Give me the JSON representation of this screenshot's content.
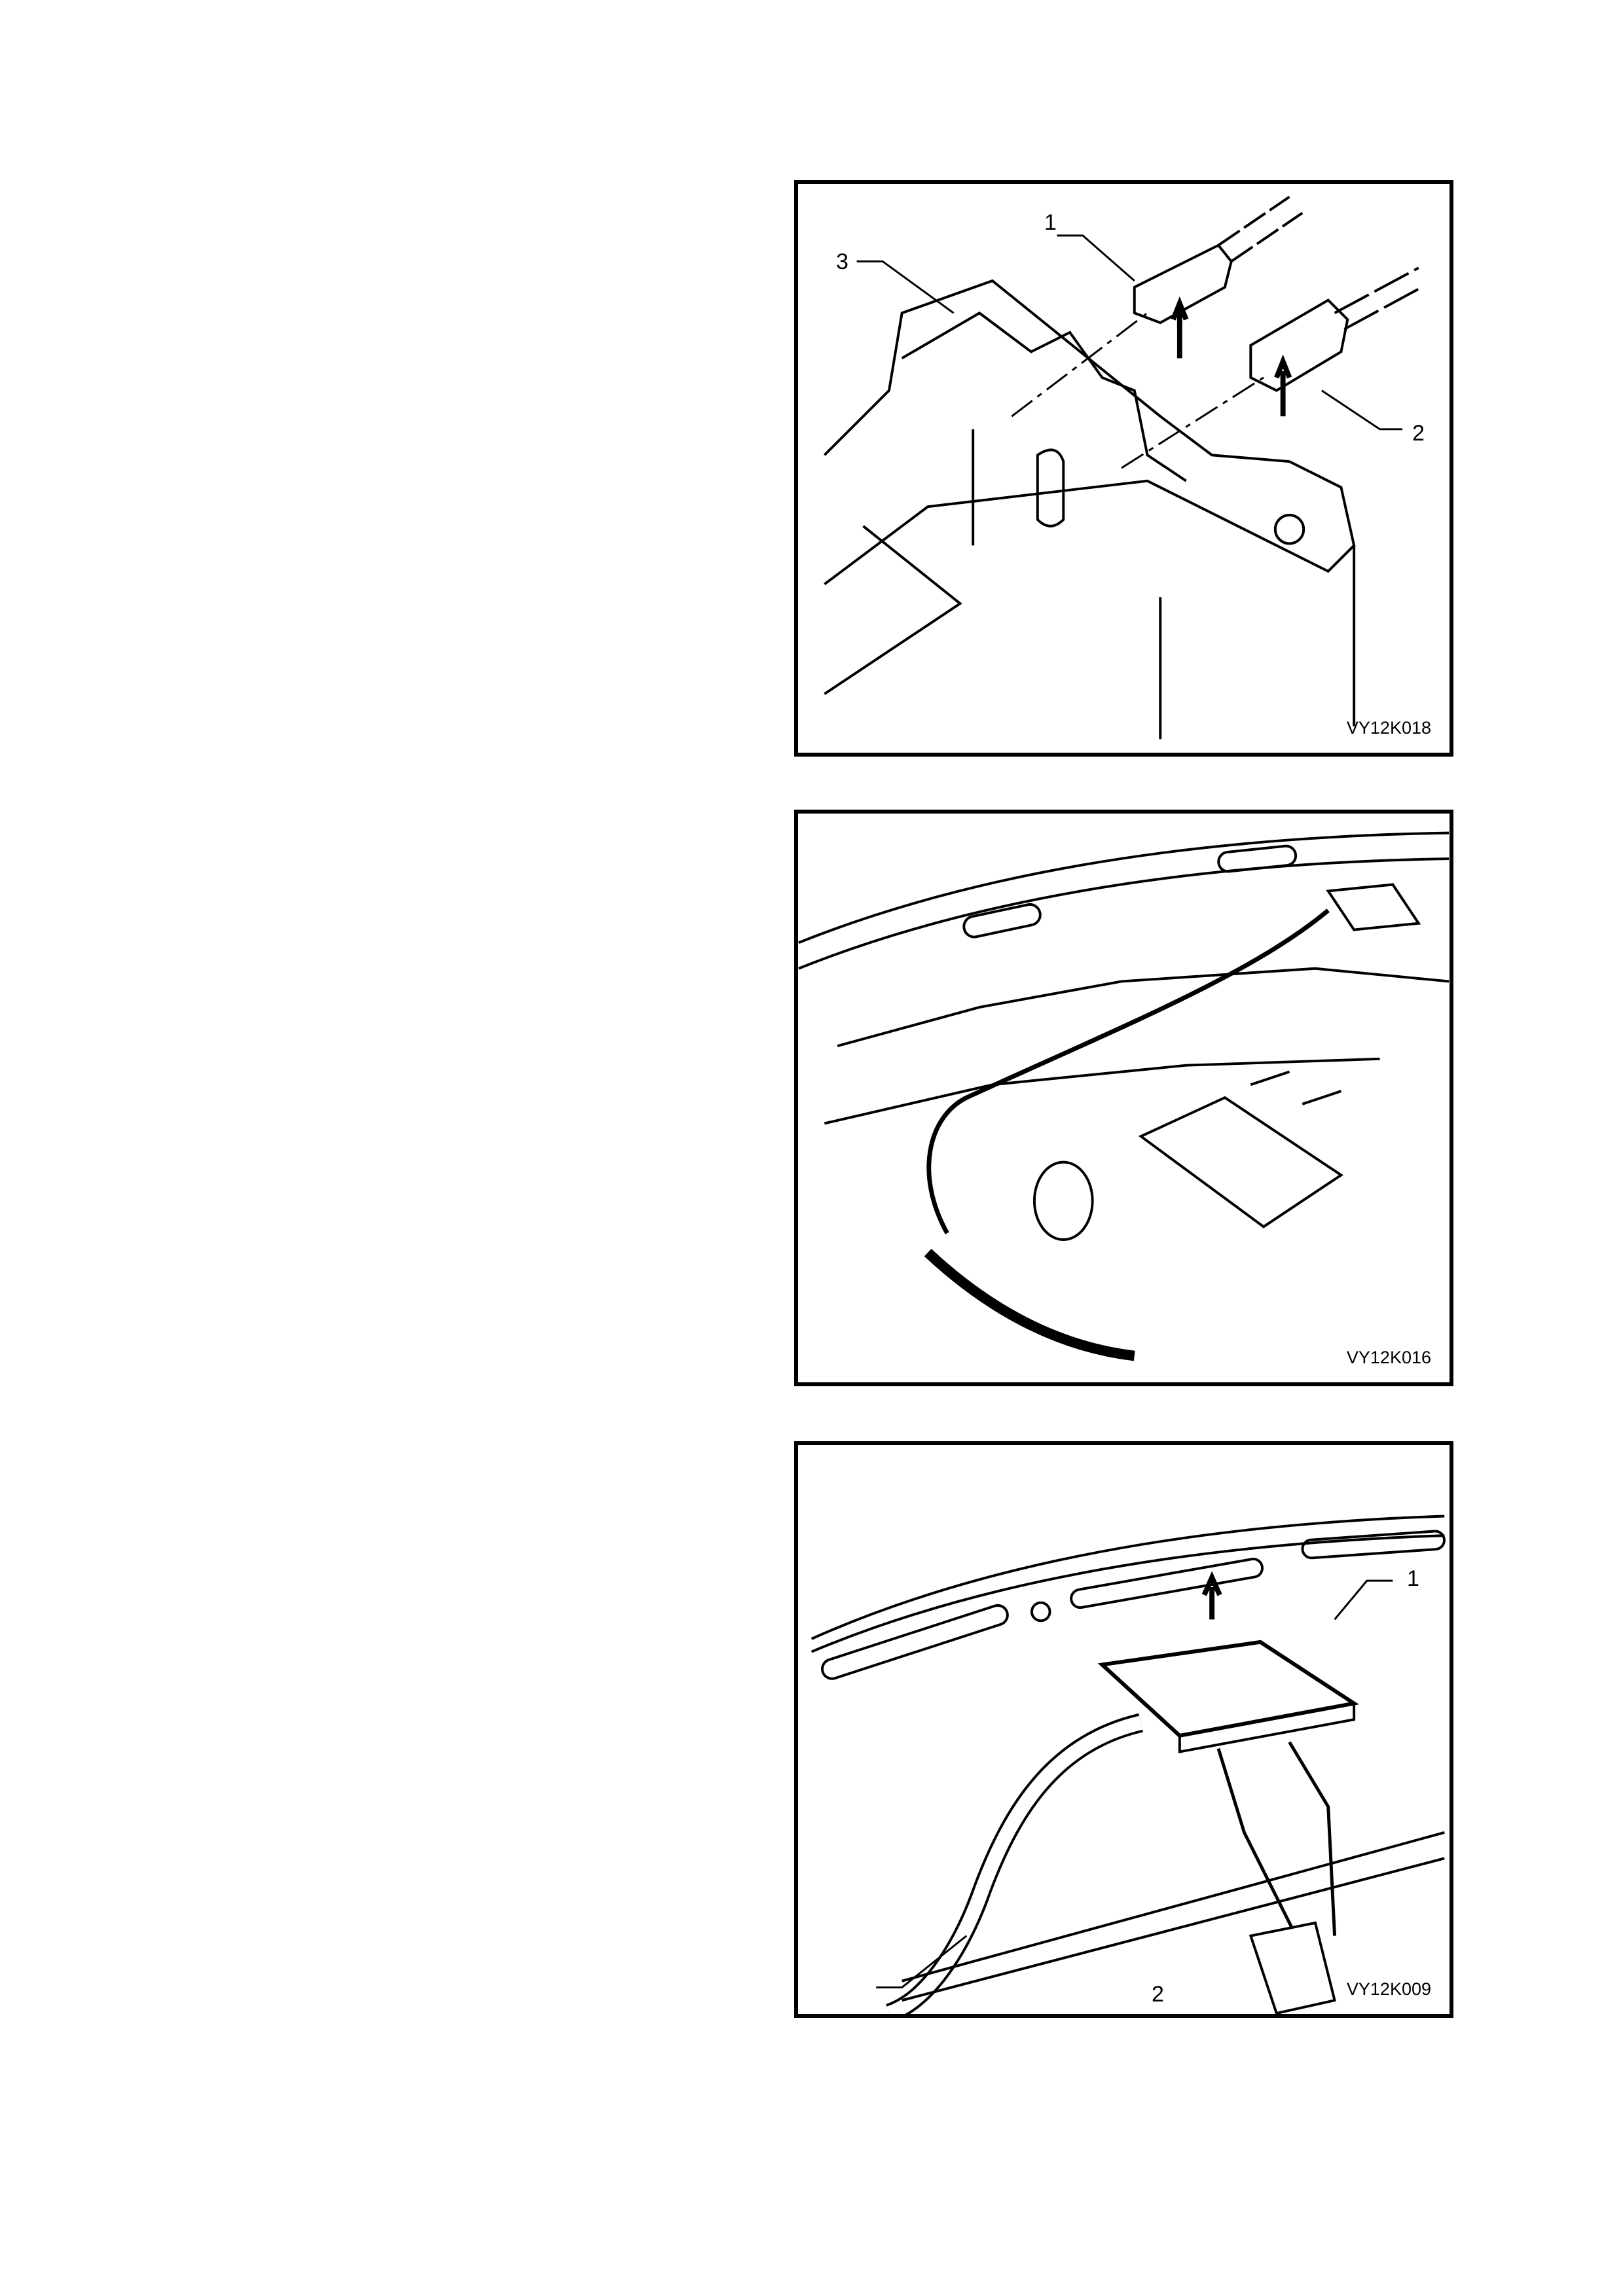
{
  "figures": [
    {
      "code": "VY12K018",
      "callouts": [
        "1",
        "2",
        "3"
      ]
    },
    {
      "code": "VY12K016",
      "callouts": []
    },
    {
      "code": "VY12K009",
      "callouts": [
        "1",
        "2"
      ]
    }
  ]
}
